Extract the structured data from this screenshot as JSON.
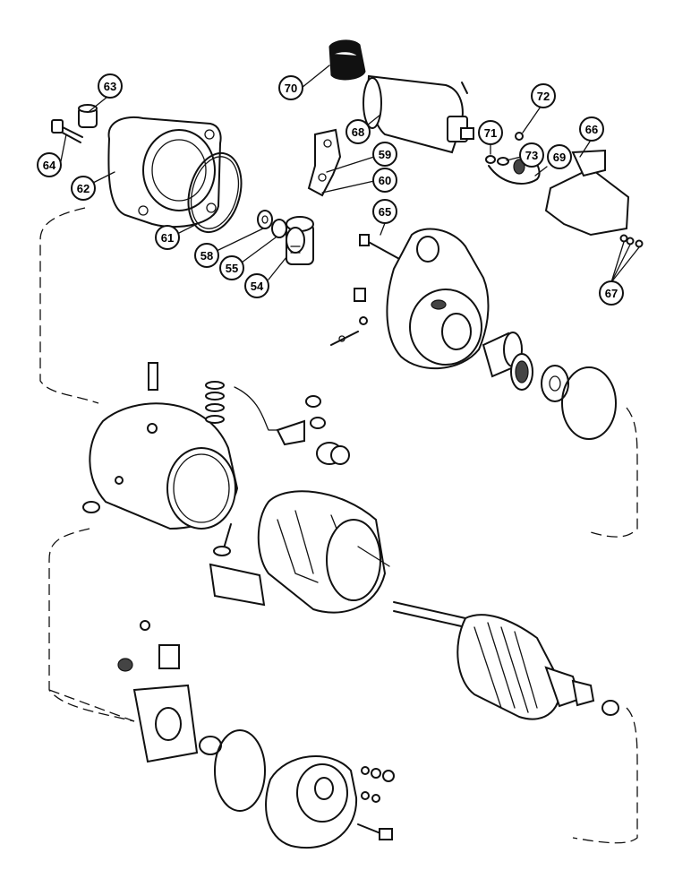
{
  "diagram": {
    "callouts": [
      {
        "id": "c70",
        "label": "70"
      },
      {
        "id": "c63",
        "label": "63"
      },
      {
        "id": "c64",
        "label": "64"
      },
      {
        "id": "c62",
        "label": "62"
      },
      {
        "id": "c68",
        "label": "68"
      },
      {
        "id": "c72",
        "label": "72"
      },
      {
        "id": "c66",
        "label": "66"
      },
      {
        "id": "c71",
        "label": "71"
      },
      {
        "id": "c73",
        "label": "73"
      },
      {
        "id": "c69",
        "label": "69"
      },
      {
        "id": "c59",
        "label": "59"
      },
      {
        "id": "c60",
        "label": "60"
      },
      {
        "id": "c61",
        "label": "61"
      },
      {
        "id": "c58",
        "label": "58"
      },
      {
        "id": "c55",
        "label": "55"
      },
      {
        "id": "c54",
        "label": "54"
      },
      {
        "id": "c65",
        "label": "65"
      },
      {
        "id": "c67",
        "label": "67"
      }
    ]
  }
}
